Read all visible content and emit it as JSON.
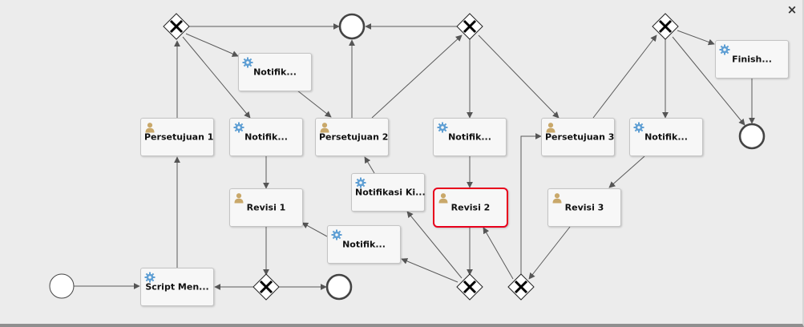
{
  "nodes": {
    "persetujuan1": {
      "label": "Persetujuan 1",
      "icon": "user-task-icon"
    },
    "notifik_top": {
      "label": "Notifik...",
      "icon": "service-task-icon"
    },
    "notifik_mid": {
      "label": "Notifik...",
      "icon": "service-task-icon"
    },
    "persetujuan2": {
      "label": "Persetujuan 2",
      "icon": "user-task-icon"
    },
    "notifik_center": {
      "label": "Notifik...",
      "icon": "service-task-icon"
    },
    "persetujuan3": {
      "label": "Persetujuan 3",
      "icon": "user-task-icon"
    },
    "notifik_right": {
      "label": "Notifik...",
      "icon": "service-task-icon"
    },
    "finish": {
      "label": "Finish...",
      "icon": "service-task-icon"
    },
    "revisi1": {
      "label": "Revisi 1",
      "icon": "user-task-icon"
    },
    "notifikasi_ki": {
      "label": "Notifikasi Ki...",
      "icon": "service-task-icon"
    },
    "revisi2": {
      "label": "Revisi 2",
      "icon": "user-task-icon",
      "active": true
    },
    "revisi3": {
      "label": "Revisi 3",
      "icon": "user-task-icon"
    },
    "notifik_low": {
      "label": "Notifik...",
      "icon": "service-task-icon"
    },
    "script": {
      "label": "Script Men...",
      "icon": "service-task-icon"
    }
  },
  "close_symbol": "×",
  "colors": {
    "active_border": "#e8001c",
    "gear": "#5f9fd4",
    "user": "#c9a86a",
    "edge": "#555555"
  }
}
